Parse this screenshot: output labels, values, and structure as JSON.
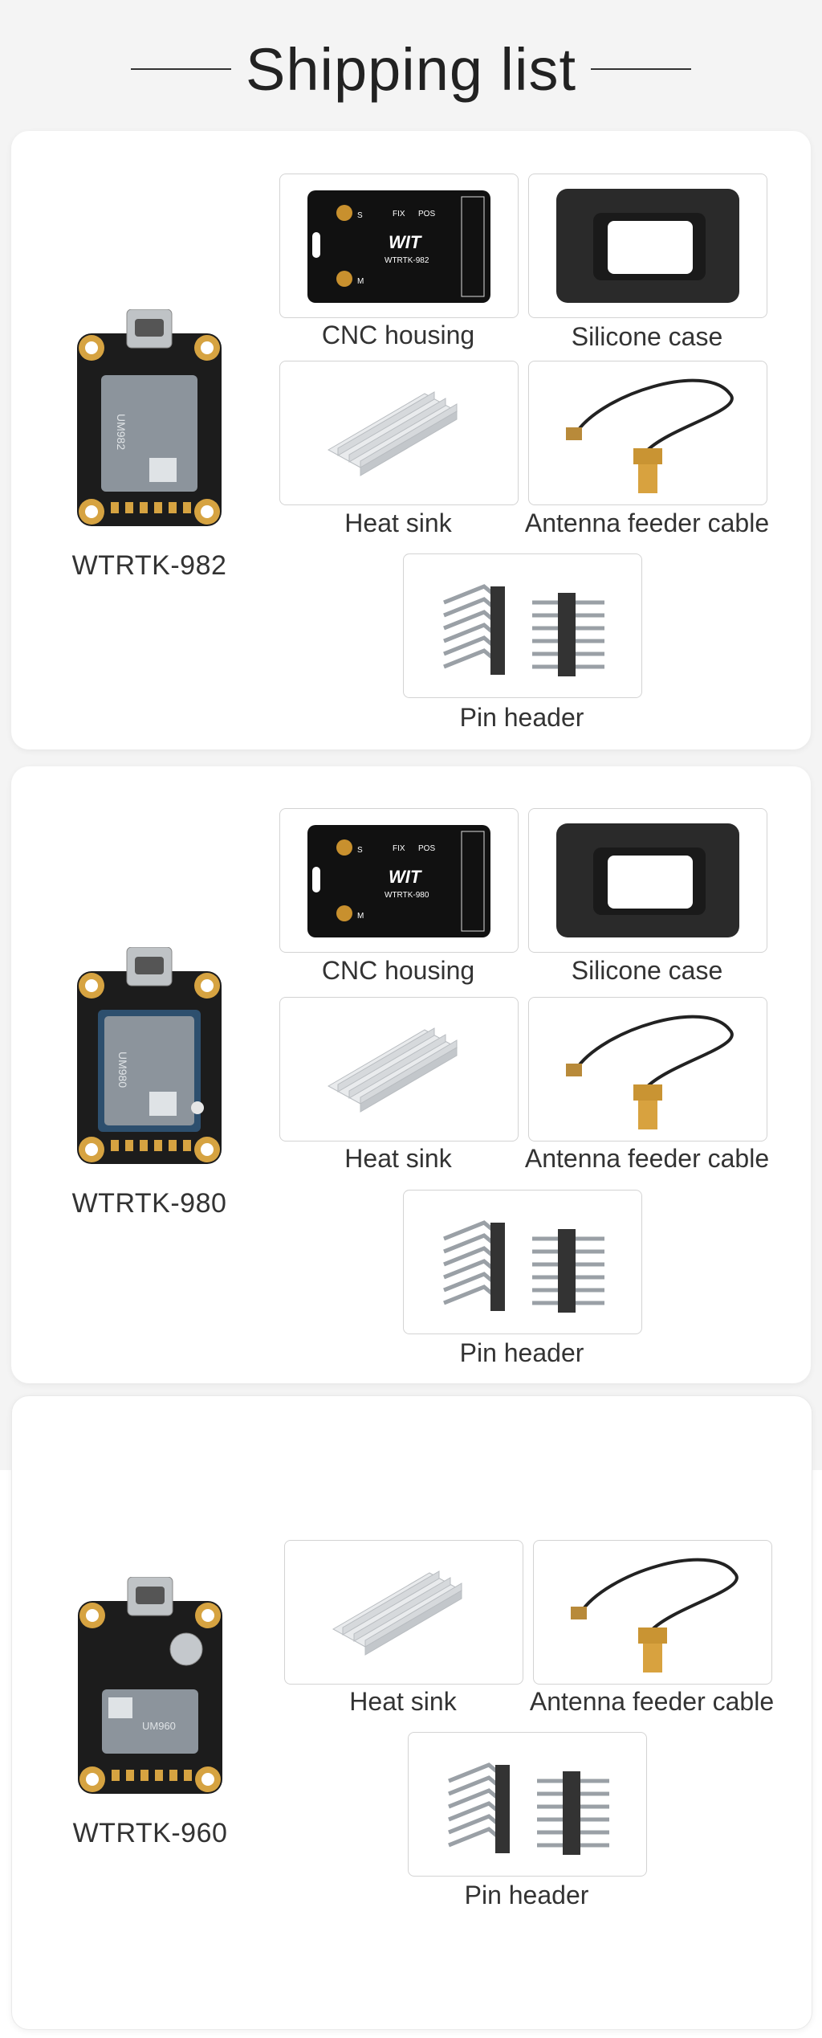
{
  "header": {
    "title": "Shipping list"
  },
  "products": [
    {
      "name": "WTRTK-982",
      "chip": "UM982",
      "housing_model": "WTRTK-982",
      "items": {
        "cnc": "CNC housing",
        "silicone": "Silicone case",
        "heatsink": "Heat sink",
        "antenna": "Antenna feeder cable",
        "pin": "Pin header"
      }
    },
    {
      "name": "WTRTK-980",
      "chip": "UM980",
      "housing_model": "WTRTK-980",
      "items": {
        "cnc": "CNC housing",
        "silicone": "Silicone case",
        "heatsink": "Heat sink",
        "antenna": "Antenna feeder cable",
        "pin": "Pin header"
      }
    },
    {
      "name": "WTRTK-960",
      "chip": "UM960",
      "items": {
        "heatsink": "Heat sink",
        "antenna": "Antenna feeder cable",
        "pin": "Pin header"
      }
    }
  ],
  "housing": {
    "brand": "WIT",
    "led1": "FIX",
    "led2": "POS",
    "port_s": "S",
    "port_m": "M"
  },
  "colors": {
    "board": "#1c1c1c",
    "pad": "#d6a341",
    "module": "#8c949c",
    "housing": "#111111"
  }
}
